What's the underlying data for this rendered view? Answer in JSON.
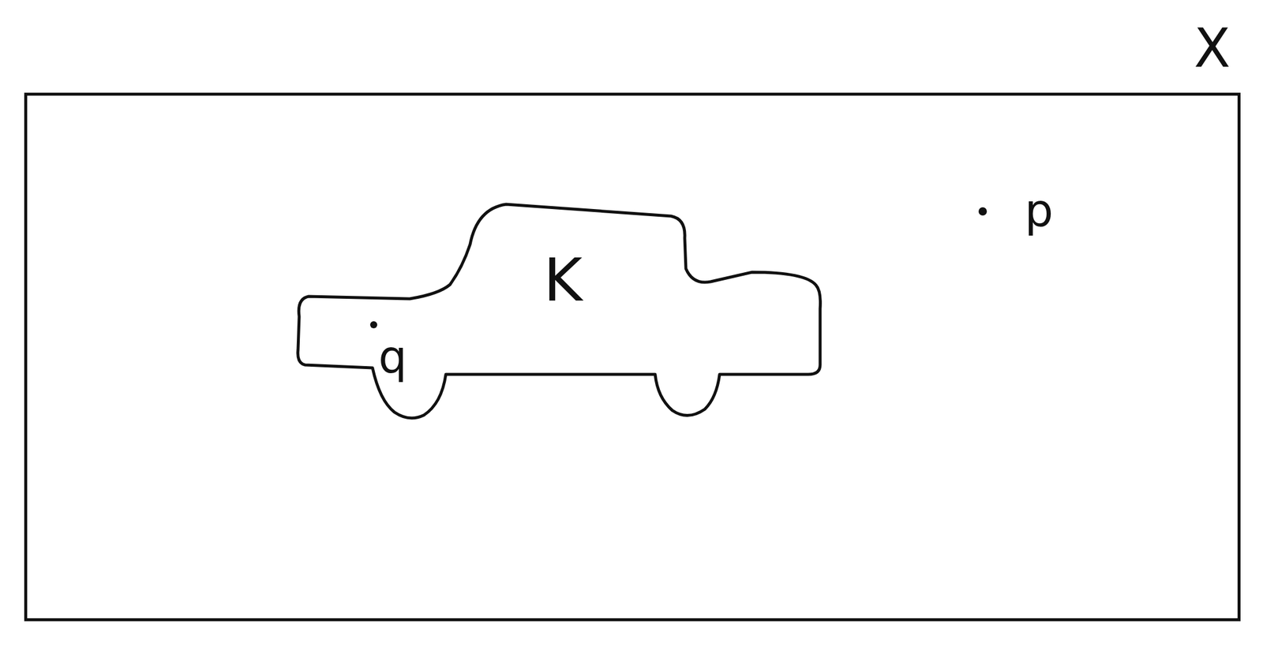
{
  "diagram": {
    "nodes": [
      {
        "text": [
          "X"
        ]
      },
      {
        "text": [
          "K"
        ],
        "in": 0
      }
    ],
    "labels": [
      "p",
      "q"
    ]
  }
}
